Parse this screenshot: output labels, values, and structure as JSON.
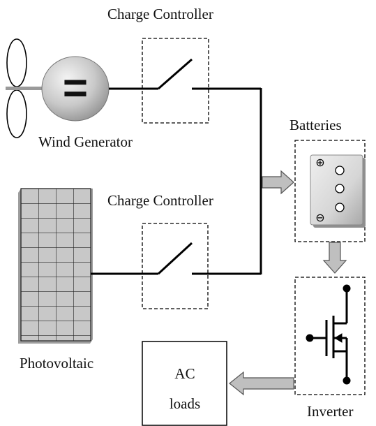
{
  "labels": {
    "charge_controller_top": "Charge Controller",
    "wind_generator": "Wind Generator",
    "batteries": "Batteries",
    "charge_controller_bottom": "Charge Controller",
    "photovoltaic": "Photovoltaic",
    "ac_loads_line1": "AC",
    "ac_loads_line2": "loads",
    "inverter": "Inverter"
  },
  "generator_symbol": "=",
  "battery_terminals": {
    "positive": "⊕",
    "negative": "⊖"
  },
  "icons": {
    "wind_generator": "wind-turbine-icon",
    "photovoltaic": "solar-panel-icon",
    "battery": "battery-icon",
    "switch": "switch-icon",
    "inverter": "igbt-transistor-icon",
    "arrow": "arrow-icon"
  },
  "colors": {
    "line": "#000000",
    "panel_cell": "#c8c8c8",
    "generator_fill": "#bdbdbd",
    "battery_fill": "#d9d9d9",
    "arrow_fill": "#bfbfbf"
  }
}
